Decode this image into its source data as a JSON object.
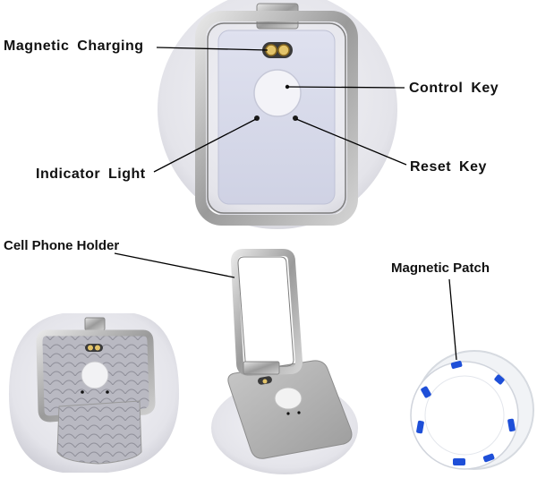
{
  "labels": {
    "magnetic_charging": "Magnetic  Charging",
    "control_key": "Control  Key",
    "indicator_light": "Indicator  Light",
    "reset_key": "Reset  Key",
    "cell_phone_holder": "Cell Phone Holder",
    "magnetic_patch": "Magnetic Patch"
  },
  "colors": {
    "plate": "#d9dbe9",
    "frame": "#a9a9a9",
    "disc": "#e8e8ee",
    "line": "#000000",
    "patch_text": "#1e4fd8"
  }
}
